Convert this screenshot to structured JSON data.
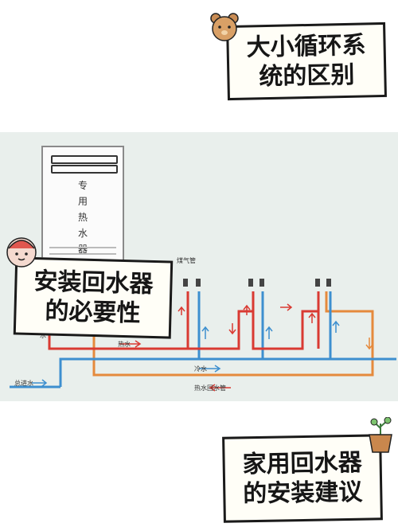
{
  "title_top": {
    "line1": "大小循环系",
    "line2": "统的区别"
  },
  "title_mid": {
    "line1": "安装回水器",
    "line2": "的必要性"
  },
  "title_bottom": {
    "line1": "家用回水器",
    "line2": "的安装建议"
  },
  "heater": {
    "label": [
      "专",
      "用",
      "热",
      "水",
      "器"
    ]
  },
  "diagram_labels": {
    "gas_pipe": "煤气管",
    "hot_water": "热水",
    "cold_water": "冷水",
    "inlet": "总进水",
    "return_pipe": "热水回水管",
    "water_partial": "水"
  },
  "colors": {
    "hot": "#d93a32",
    "cold": "#3d8fcf",
    "return": "#e58a3c",
    "bg": "#e9efec"
  }
}
